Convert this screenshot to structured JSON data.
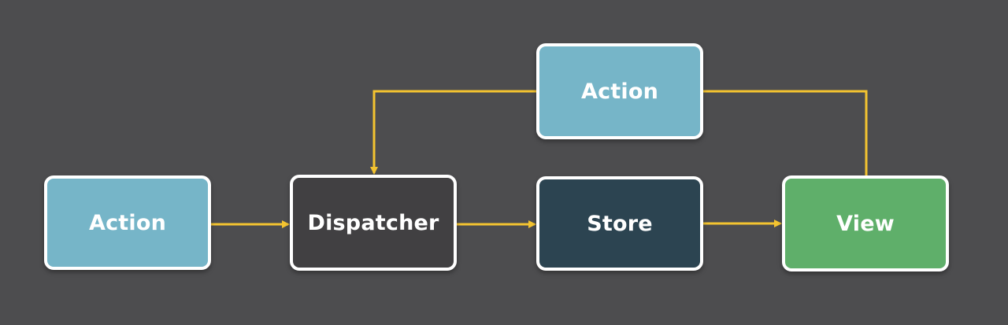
{
  "colors": {
    "background": "#4d4d4f",
    "action": "#76b5c8",
    "dispatcher": "#414042",
    "store": "#2c4451",
    "view": "#5faf6a",
    "connector": "#f4c430",
    "border": "#ffffff"
  },
  "nodes": {
    "action_left": {
      "label": "Action"
    },
    "dispatcher": {
      "label": "Dispatcher"
    },
    "store": {
      "label": "Store"
    },
    "view": {
      "label": "View"
    },
    "action_top": {
      "label": "Action"
    }
  },
  "edges": [
    {
      "from": "action_left",
      "to": "dispatcher"
    },
    {
      "from": "dispatcher",
      "to": "store"
    },
    {
      "from": "store",
      "to": "view"
    },
    {
      "from": "view",
      "to": "action_top"
    },
    {
      "from": "action_top",
      "to": "dispatcher"
    }
  ]
}
